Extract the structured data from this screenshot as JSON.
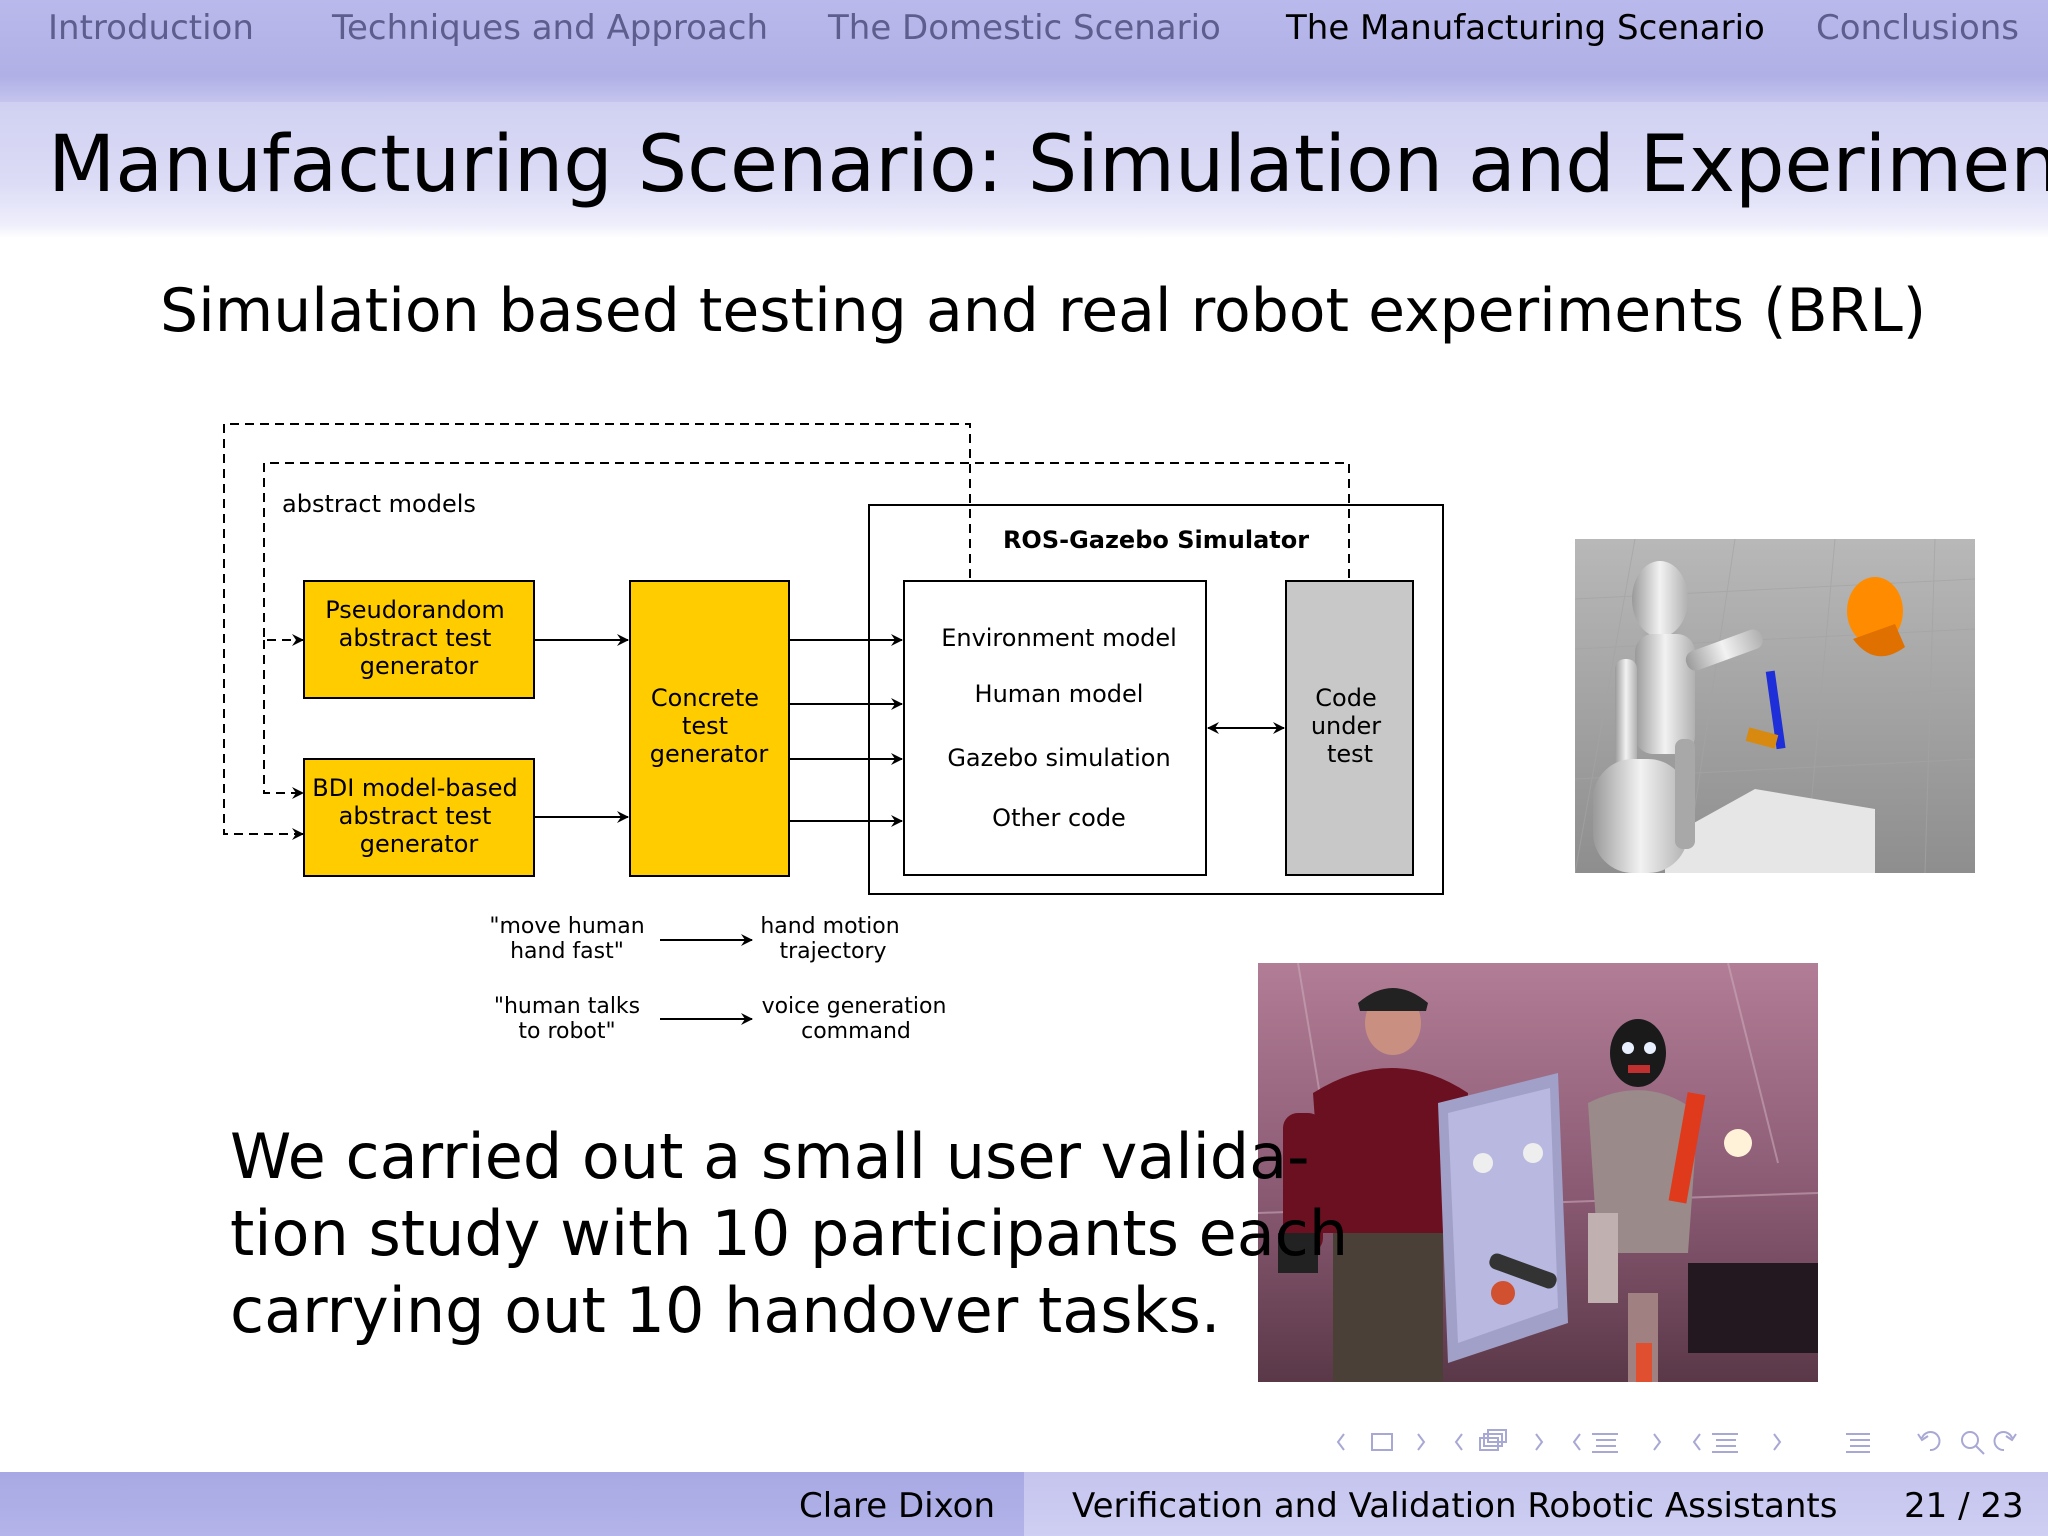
{
  "nav": {
    "items": [
      {
        "label": "Introduction",
        "active": false
      },
      {
        "label": "Techniques and Approach",
        "active": false
      },
      {
        "label": "The Domestic Scenario",
        "active": false
      },
      {
        "label": "The Manufacturing Scenario",
        "active": true
      },
      {
        "label": "Conclusions",
        "active": false
      }
    ]
  },
  "slide": {
    "title": "Manufacturing Scenario: Simulation and Experiments",
    "subtitle": "Simulation based testing and real robot experiments (BRL)",
    "body_lines": [
      "We carried out a small user valida-",
      "tion study with 10 participants each",
      "carrying out 10 handover tasks."
    ]
  },
  "diagram": {
    "abstract_models_label": "abstract models",
    "simulator_label": "ROS-Gazebo Simulator",
    "pseudorandom": [
      "Pseudorandom",
      "abstract test",
      "generator"
    ],
    "bdi": [
      "BDI model-based",
      "abstract test",
      "generator"
    ],
    "concrete": [
      "Concrete",
      "test",
      "generator"
    ],
    "env_items": [
      "Environment model",
      "Human model",
      "Gazebo simulation",
      "Other code"
    ],
    "code_under_test": [
      "Code",
      "under",
      "test"
    ],
    "examples": [
      {
        "abstract": [
          "\"move human",
          "hand fast\""
        ],
        "concrete": [
          "hand motion",
          "trajectory"
        ]
      },
      {
        "abstract": [
          "\"human talks",
          "to robot\""
        ],
        "concrete": [
          "voice generation",
          "command"
        ]
      }
    ],
    "colors": {
      "yellow": "#ffcc00",
      "gray": "#c8c8c8"
    }
  },
  "images": {
    "simulation": "gazebo-simulation-render",
    "experiment": "human-robot-handover-photo"
  },
  "controls": {
    "icons": [
      "frame-prev-icon",
      "frame-icon",
      "frame-next-icon",
      "subsection-prev-icon",
      "subsection-icon",
      "subsection-next-icon",
      "section-prev-icon",
      "section-icon",
      "section-next-icon",
      "sub-prev-icon",
      "sub-icon",
      "sub-next-icon",
      "toc-icon",
      "back-icon",
      "search-icon",
      "forward-icon"
    ]
  },
  "footer": {
    "author": "Clare Dixon",
    "talk_title": "Verification and Validation Robotic Assistants",
    "page": "21 / 23"
  }
}
